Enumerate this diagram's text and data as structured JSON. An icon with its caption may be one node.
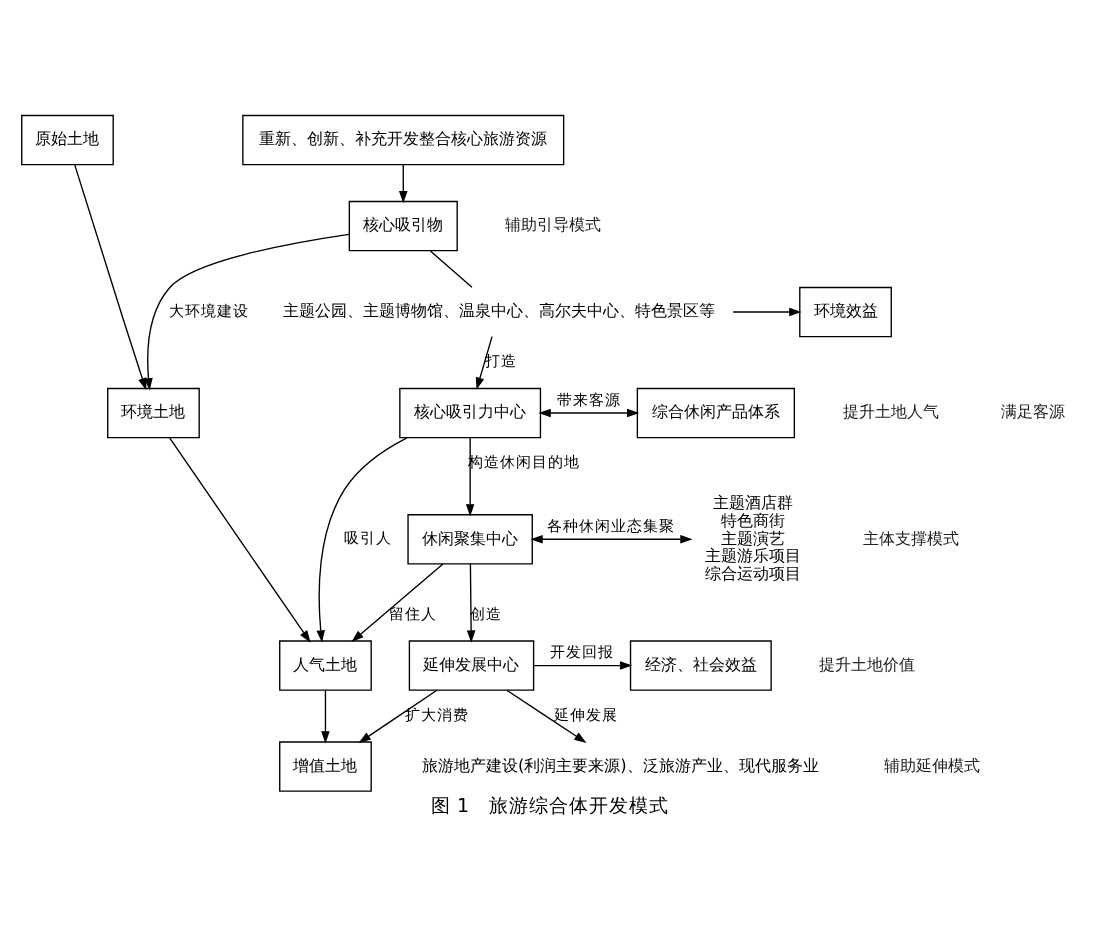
{
  "diagram": {
    "caption": "图 1　旅游综合体开发模式",
    "nodes": [
      {
        "text": [
          "原始土地"
        ]
      },
      {
        "text": [
          "重新、创新、补充开发整合核心旅游资源"
        ]
      },
      {
        "text": [
          "核心吸引物"
        ]
      },
      {
        "text": [
          "主题公园、主题博物馆、温泉中心、高尔夫中心、特色景区等"
        ]
      },
      {
        "text": [
          "环境效益"
        ]
      },
      {
        "text": [
          "环境土地"
        ]
      },
      {
        "text": [
          "核心吸引力中心"
        ]
      },
      {
        "text": [
          "综合休闲产品体系"
        ]
      },
      {
        "text": [
          "休闲聚集中心"
        ]
      },
      {
        "text": [
          "主题酒店群",
          "特色商街",
          "主题演艺",
          "主题游乐项目",
          "综合运动项目"
        ]
      },
      {
        "text": [
          "人气土地"
        ]
      },
      {
        "text": [
          "延伸发展中心"
        ]
      },
      {
        "text": [
          "经济、社会效益"
        ]
      },
      {
        "text": [
          "增值土地"
        ]
      },
      {
        "text": [
          "旅游地产建设(利润主要来源)、泛旅游产业、现代服务业"
        ]
      }
    ],
    "edges": [
      {
        "from": 1,
        "to": 2,
        "arrow": "to"
      },
      {
        "from": 0,
        "to": 5,
        "arrow": "to"
      },
      {
        "from": 2,
        "to": 5,
        "arrow": "to",
        "label": "大环境建设"
      },
      {
        "from": 2,
        "to": 3,
        "arrow": "none"
      },
      {
        "from": 3,
        "to": 4,
        "arrow": "to"
      },
      {
        "from": 3,
        "to": 6,
        "arrow": "to",
        "label": "打造"
      },
      {
        "from": 6,
        "to": 7,
        "arrow": "both",
        "label": "带来客源"
      },
      {
        "from": 6,
        "to": 10,
        "arrow": "to",
        "label": "吸引人"
      },
      {
        "from": 5,
        "to": 10,
        "arrow": "to"
      },
      {
        "from": 6,
        "to": 8,
        "arrow": "to",
        "label": "构造休闲目的地"
      },
      {
        "from": 8,
        "to": 10,
        "arrow": "to",
        "label": "留住人"
      },
      {
        "from": 8,
        "to": 9,
        "arrow": "both",
        "label": "各种休闲业态集聚"
      },
      {
        "from": 8,
        "to": 11,
        "arrow": "to",
        "label": "创造"
      },
      {
        "from": 10,
        "to": 13,
        "arrow": "to"
      },
      {
        "from": 11,
        "to": 13,
        "arrow": "to",
        "label": "扩大消费"
      },
      {
        "from": 11,
        "to": 12,
        "arrow": "to",
        "label": "开发回报"
      },
      {
        "from": 11,
        "to": 14,
        "arrow": "to",
        "label": "延伸发展"
      }
    ],
    "labels": [
      "辅助引导模式",
      "提升土地人气",
      "满足客源",
      "主体支撑模式",
      "提升土地价值",
      "辅助延伸模式"
    ]
  }
}
